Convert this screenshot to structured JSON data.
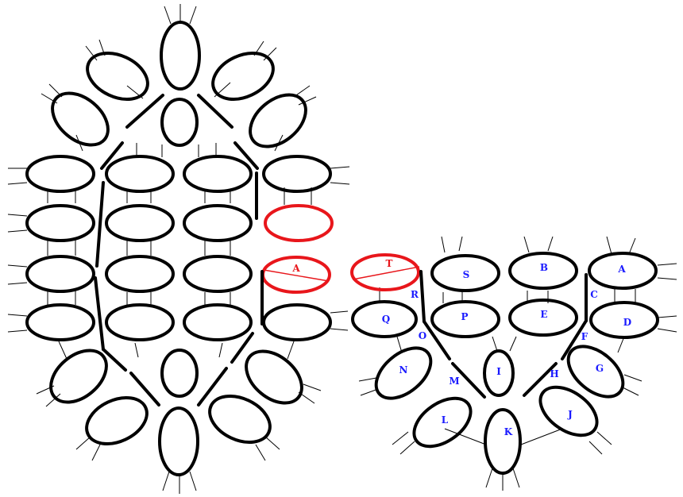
{
  "colors": {
    "ring": "#000000",
    "highlight": "#e8161b",
    "label": "#1a1aff"
  },
  "labels": {
    "left_a": "A",
    "T": "T",
    "A": "A",
    "B": "B",
    "C": "C",
    "D": "D",
    "E": "E",
    "F": "F",
    "G": "G",
    "H": "H",
    "I": "I",
    "J": "J",
    "K": "K",
    "L": "L",
    "M": "M",
    "N": "N",
    "O": "O",
    "P": "P",
    "Q": "Q",
    "R": "R",
    "S": "S"
  }
}
